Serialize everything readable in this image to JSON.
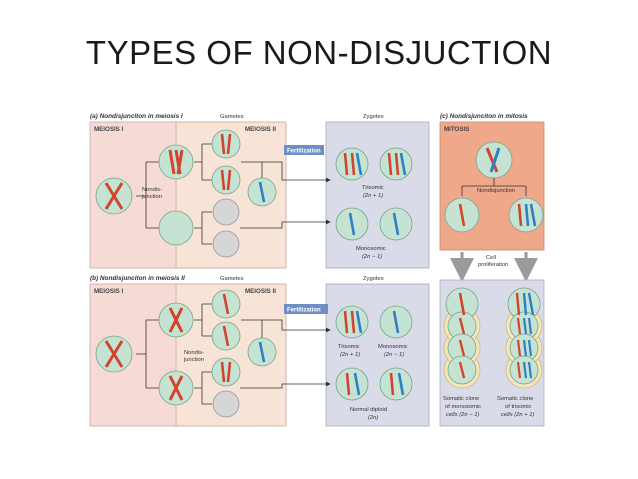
{
  "slide": {
    "title": "TYPES OF NON-DISJUCTION"
  },
  "section_a": {
    "title": "(a) Nondisjunciton in meiosis I",
    "gametes_label": "Gametes",
    "zygotes_label": "Zygotes",
    "meiosis1_label": "MEIOSIS I",
    "meiosis2_label": "MEIOSIS II",
    "nondisjunction_label_1": "Nondis-",
    "nondisjunction_label_2": "junction",
    "fertilization_label": "Fertilization",
    "trisomic_label": "Trisomic",
    "trisomic_formula": "(2n + 1)",
    "monosomic_label": "Monosomic",
    "monosomic_formula": "(2n − 1)"
  },
  "section_b": {
    "title": "(b) Nondisjunciton in meiosis II",
    "gametes_label": "Gametes",
    "zygotes_label": "Zygotes",
    "meiosis1_label": "MEIOSIS I",
    "meiosis2_label": "MEIOSIS II",
    "nondisjunction_label_1": "Nondis-",
    "nondisjunction_label_2": "junction",
    "fertilization_label": "Fertilization",
    "trisomic_label": "Trisomic",
    "trisomic_formula": "(2n + 1)",
    "monosomic_label": "Monosomic",
    "monosomic_formula": "(2n − 1)",
    "normal_label": "Normal diploid",
    "normal_formula": "(2n)"
  },
  "section_c": {
    "title": "(c) Nondisjunciton in mitosis",
    "mitosis_label": "MITOSIS",
    "nondisjunction_label": "Nondisjunction",
    "proliferation_label_1": "Cell",
    "proliferation_label_2": "proliferation",
    "mono_clone_1": "Somatic clone",
    "mono_clone_2": "of monosomic",
    "mono_clone_3": "cells (2n − 1)",
    "tri_clone_1": "Somatic clone",
    "tri_clone_2": "of trisomic",
    "tri_clone_3": "cells (2n + 1)"
  },
  "colors": {
    "meiosis1_bg": "#f6dad6",
    "meiosis2_bg": "#f8e4d6",
    "zygote_bg": "#d9dce8",
    "mitosis_bg": "#f0a88a",
    "cell_fill": "#c5e3d3",
    "empty_cell": "#d6d6d6",
    "red_chromosome": "#d2442e",
    "blue_chromosome": "#2f7fc4",
    "fertilization_box": "#6d8fc4",
    "halo": "#f4e6b8"
  }
}
